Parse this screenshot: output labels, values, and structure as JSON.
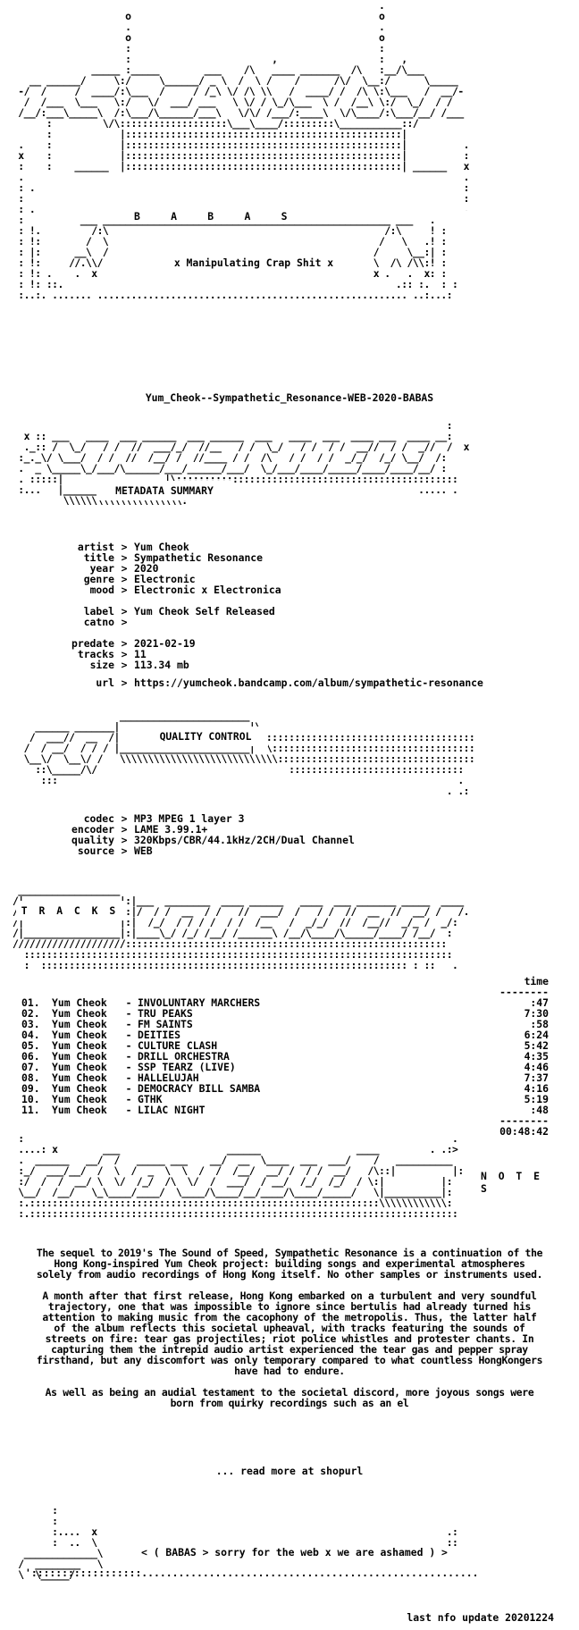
{
  "art": {
    "logo_letters": "B     A     B     A     S",
    "logo_tagline": "x Manipulating Crap Shit x",
    "meta_header": "METADATA SUMMARY",
    "qc_header": "QUALITY CONTROL",
    "tracks_header": "T R A C K S",
    "notes_header": "N O T E S",
    "footer_message": "< ( BABAS > sorry for the web x we are ashamed ) >"
  },
  "release_name": "Yum_Cheok--Sympathetic_Resonance-WEB-2020-BABAS",
  "metadata": {
    "fields": [
      {
        "key": "artist",
        "value": "Yum Cheok"
      },
      {
        "key": "title",
        "value": "Sympathetic Resonance"
      },
      {
        "key": "year",
        "value": "2020"
      },
      {
        "key": "genre",
        "value": "Electronic"
      },
      {
        "key": "mood",
        "value": "Electronic x Electronica"
      },
      {
        "key": "",
        "value": ""
      },
      {
        "key": "label",
        "value": "Yum Cheok Self Released"
      },
      {
        "key": "catno",
        "value": ""
      },
      {
        "key": "",
        "value": ""
      },
      {
        "key": "predate",
        "value": "2021-02-19"
      },
      {
        "key": "tracks",
        "value": "11"
      },
      {
        "key": "size",
        "value": "113.34 mb"
      }
    ],
    "url": {
      "key": "url",
      "value": "https://yumcheok.bandcamp.com/album/sympathetic-resonance"
    },
    "separator": ">"
  },
  "quality": {
    "fields": [
      {
        "key": "codec",
        "value": "MP3 MPEG 1 layer 3"
      },
      {
        "key": "encoder",
        "value": "LAME 3.99.1+"
      },
      {
        "key": "quality",
        "value": "320Kbps/CBR/44.1kHz/2CH/Dual Channel"
      },
      {
        "key": "source",
        "value": "WEB"
      }
    ]
  },
  "tracklist": {
    "time_header": "time",
    "rule": "--------",
    "tracks": [
      {
        "num": "01.",
        "artist": "Yum Cheok",
        "title": "INVOLUNTARY MARCHERS",
        "time": ":47"
      },
      {
        "num": "02.",
        "artist": "Yum Cheok",
        "title": "TRU PEAKS",
        "time": "7:30"
      },
      {
        "num": "03.",
        "artist": "Yum Cheok",
        "title": "FM SAINTS",
        "time": ":58"
      },
      {
        "num": "04.",
        "artist": "Yum Cheok",
        "title": "DEITIES",
        "time": "6:24"
      },
      {
        "num": "05.",
        "artist": "Yum Cheok",
        "title": "CULTURE CLASH",
        "time": "5:42"
      },
      {
        "num": "06.",
        "artist": "Yum Cheok",
        "title": "DRILL ORCHESTRA",
        "time": "4:35"
      },
      {
        "num": "07.",
        "artist": "Yum Cheok",
        "title": "SSP TEARZ (LIVE)",
        "time": "4:46"
      },
      {
        "num": "08.",
        "artist": "Yum Cheok",
        "title": "HALLELUJAH",
        "time": "7:37"
      },
      {
        "num": "09.",
        "artist": "Yum Cheok",
        "title": "DEMOCRACY BILL SAMBA",
        "time": "4:16"
      },
      {
        "num": "10.",
        "artist": "Yum Cheok",
        "title": "GTHK",
        "time": "5:19"
      },
      {
        "num": "11.",
        "artist": "Yum Cheok",
        "title": "LILAC NIGHT",
        "time": ":48"
      }
    ],
    "total_rule": "--------",
    "total": "00:48:42"
  },
  "notes": {
    "paragraphs": [
      "The sequel to 2019's The Sound of Speed, Sympathetic Resonance is a continuation of the Hong Kong-inspired Yum Cheok project: building songs and experimental atmospheres solely from audio recordings of Hong Kong itself. No other samples or instruments used.",
      "A month after that first release, Hong Kong embarked on a turbulent and very soundful trajectory, one that was impossible to ignore since bertulis had already turned his attention to making music from the cacophony of the metropolis. Thus, the latter half of the album reflects this societal upheaval, with tracks featuring the sounds of streets on fire: tear gas projectiles; riot police whistles and protester chants. In capturing them the intrepid audio artist experienced the tear gas and pepper spray firsthand, but any discomfort was only temporary compared to what countless HongKongers have had to endure.",
      "As well as being an audial testament to the societal discord, more joyous songs were born from quirky recordings such as an el"
    ],
    "read_more": "... read more at shopurl"
  },
  "last_update": "last nfo update 20201224"
}
